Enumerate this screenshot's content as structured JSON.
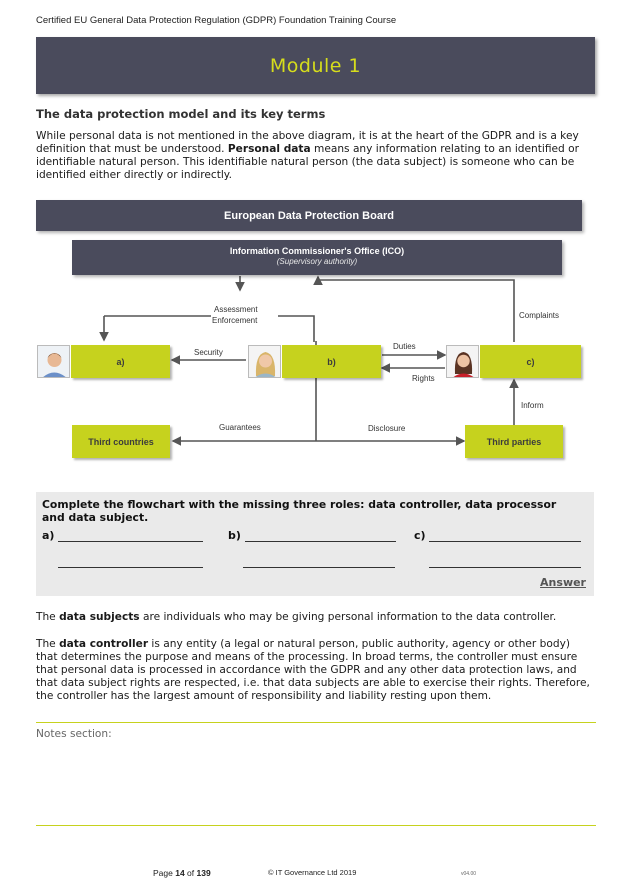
{
  "header": {
    "course_title": "Certified EU General Data Protection Regulation (GDPR) Foundation Training Course",
    "module_title": "Module 1"
  },
  "section": {
    "heading": "The data protection model and its key terms",
    "intro_part1": "While personal data is not mentioned in the above diagram, it is at the heart of the GDPR and is a key definition that must be understood. ",
    "intro_bold": "Personal data",
    "intro_part2": " means any information relating to an identified or identifiable natural person. This identifiable natural person (the data subject) is someone who can be identified either directly or indirectly."
  },
  "diagram": {
    "edpb": "European Data Protection Board",
    "ico_title": "Information Commissioner's Office (ICO)",
    "ico_subtitle": "(Supervisory authority)",
    "box_a": "a)",
    "box_b": "b)",
    "box_c": "c)",
    "third_countries": "Third countries",
    "third_parties": "Third parties",
    "labels": {
      "assessment": "Assessment",
      "enforcement": "Enforcement",
      "complaints": "Complaints",
      "security": "Security",
      "duties": "Duties",
      "rights": "Rights",
      "inform": "Inform",
      "guarantees": "Guarantees",
      "disclosure": "Disclosure"
    },
    "colors": {
      "dark_box": "#4a4b5c",
      "green_box": "#c6d21e",
      "accent_title": "#d6dd1c"
    }
  },
  "exercise": {
    "prompt": "Complete the flowchart with the missing three roles: data controller, data processor and data subject.",
    "label_a": "a)",
    "label_b": "b)",
    "label_c": "c)",
    "answer_link": "Answer"
  },
  "body": {
    "subjects_pre": "The ",
    "subjects_bold": "data subjects",
    "subjects_post": " are individuals who may be giving personal information to the data controller.",
    "controller_pre": "The ",
    "controller_bold": "data controller",
    "controller_post": " is any entity (a legal or natural person, public authority, agency or other body) that determines the purpose and means of the processing. In broad terms, the controller must ensure that personal data is processed in accordance with the GDPR and any other data protection laws, and that data subject rights are respected, i.e. that data subjects are able to exercise their rights. Therefore, the controller has the largest amount of responsibility and liability resting upon them."
  },
  "notes": {
    "label": "Notes section:"
  },
  "footer": {
    "page_prefix": "Page ",
    "page_number": "14",
    "page_of": " of ",
    "page_total": "139",
    "copyright": "© IT Governance Ltd 2019",
    "version": "v04.00"
  }
}
